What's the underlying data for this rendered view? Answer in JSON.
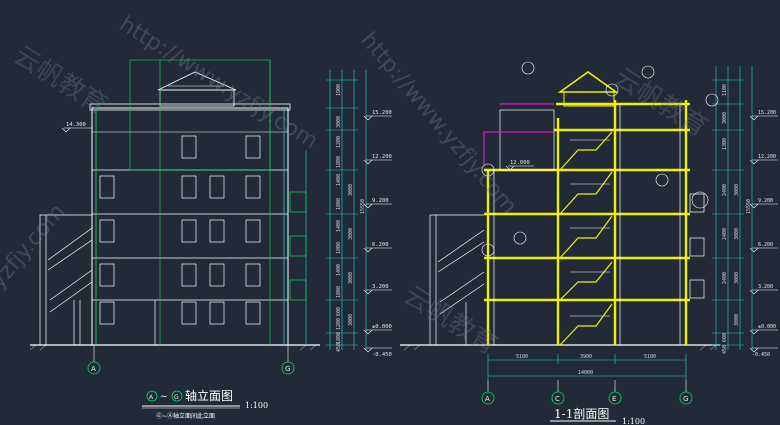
{
  "drawings": {
    "left": {
      "title": "轴立面图",
      "axis_from": "A",
      "axis_to": "G",
      "tilde": "~",
      "scale": "1:100",
      "subtitle": "Ⓖ~Ⓐ轴立面间此立面",
      "level_labels": [
        "14.300",
        "15.200",
        "12.200",
        "9.200",
        "6.200",
        "3.200",
        "±0.000",
        "-0.450"
      ],
      "dim_labels": [
        "1900",
        "3000",
        "1200",
        "1800",
        "3000",
        "1400",
        "1800",
        "3000",
        "1400",
        "1800",
        "3000",
        "1400",
        "1800",
        "3000",
        "600",
        "1200",
        "1800",
        "15550",
        "450"
      ]
    },
    "right": {
      "title": "1-1剖面图",
      "scale": "1:100",
      "level_labels": [
        "15.200",
        "12.200",
        "12.000",
        "9.200",
        "6.200",
        "3.200",
        "±0.000",
        "-0.450"
      ],
      "dim_labels": [
        "1100",
        "3000",
        "1300",
        "3000",
        "2400",
        "3000",
        "2400",
        "3000",
        "2400",
        "3000",
        "600",
        "15550",
        "450"
      ],
      "bottom_dims": [
        "5100",
        "3900",
        "5100",
        "14000"
      ],
      "axes": [
        "A",
        "C",
        "E",
        "G"
      ]
    }
  },
  "watermarks": [
    "http://www.yzfjy.com",
    "云帆教育",
    "云帆教育",
    "http://www.yzfjy.com",
    "yzfjy.com",
    "云帆教育"
  ],
  "colors": {
    "background": "#212a36",
    "structure": "#f0f000",
    "green": "#00e060",
    "cyan": "#20d0d0",
    "white": "#ffffff",
    "magenta": "#d020d0"
  }
}
